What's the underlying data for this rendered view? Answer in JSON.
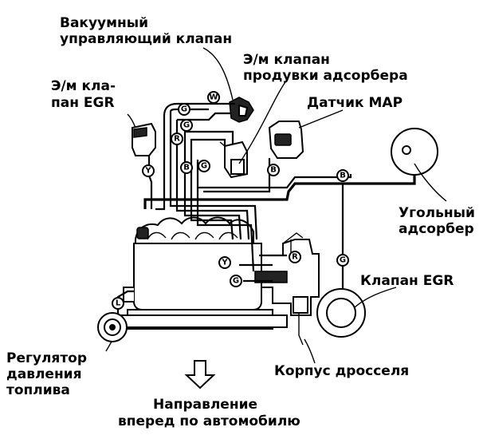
{
  "labels": {
    "vacuum_valve_1": "Вакуумный",
    "vacuum_valve_2": "управляющий клапан",
    "purge_valve_1": "Э/м клапан",
    "purge_valve_2": "продувки адсорбера",
    "egr_solenoid_1": "Э/м кла-",
    "egr_solenoid_2": "пан EGR",
    "map_sensor": "Датчик MAP",
    "canister_1": "Угольный",
    "canister_2": "адсорбер",
    "egr_valve": "Клапан EGR",
    "regulator_1": "Регулятор",
    "regulator_2": "давления",
    "regulator_3": "топлива",
    "throttle_body": "Корпус дросселя",
    "direction_1": "Направление",
    "direction_2": "вперед по автомобилю"
  },
  "hose_tags": {
    "w": "W",
    "g": "G",
    "r": "R",
    "b": "B",
    "y": "Y",
    "l": "L"
  }
}
